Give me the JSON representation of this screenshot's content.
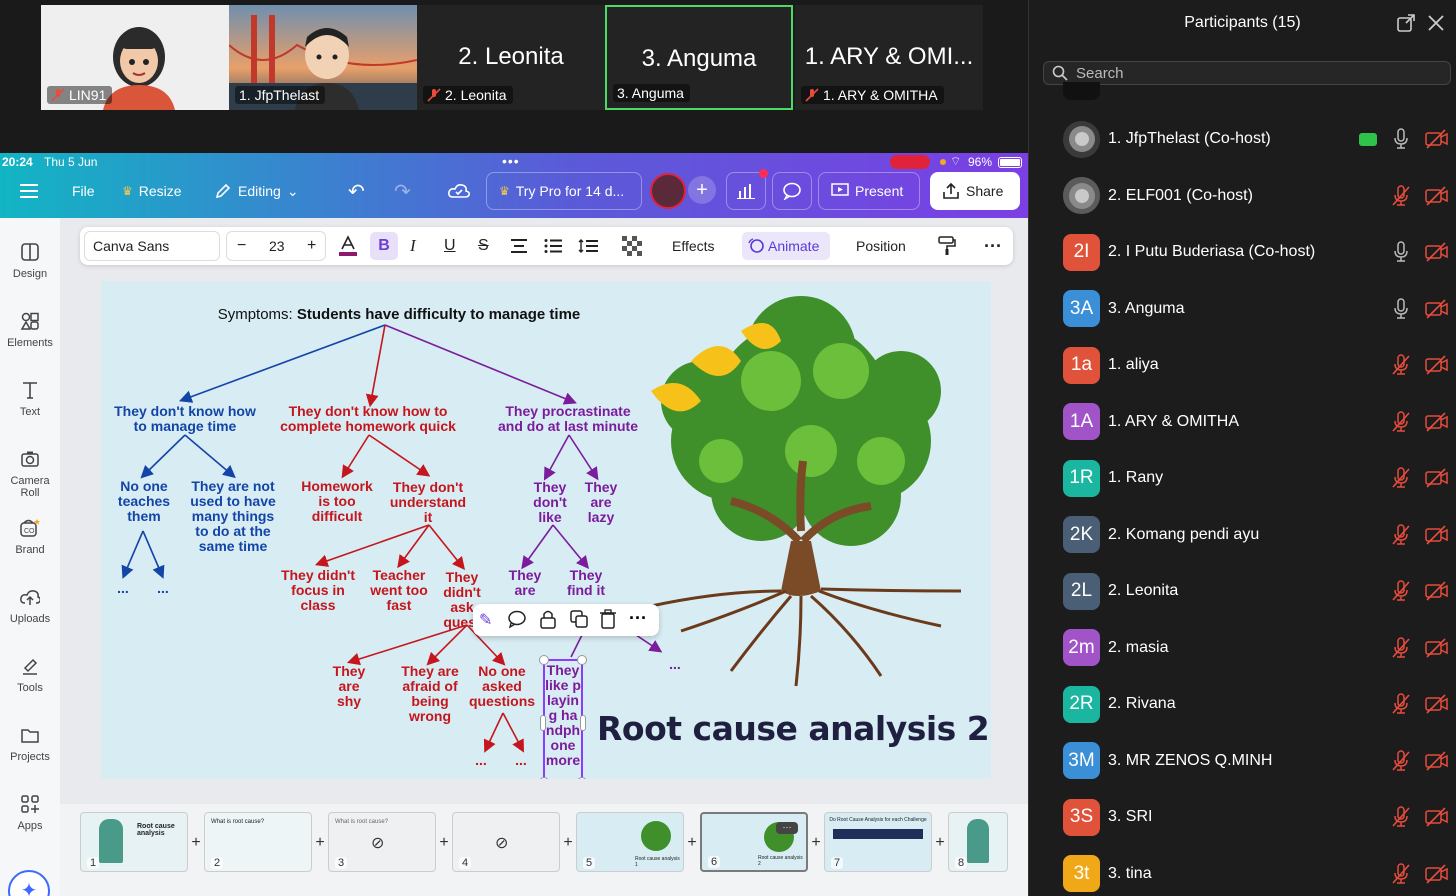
{
  "video_tiles": [
    {
      "big": "",
      "label": "LIN91",
      "muted": true
    },
    {
      "big": "",
      "label": "1. JfpThelast",
      "muted": false
    },
    {
      "big": "2. Leonita",
      "label": "2. Leonita",
      "muted": true
    },
    {
      "big": "3. Anguma",
      "label": "3. Anguma",
      "muted": false
    },
    {
      "big": "1. ARY & OMI...",
      "label": "1. ARY & OMITHA",
      "muted": true
    }
  ],
  "participants_panel": {
    "title": "Participants (15)",
    "search_placeholder": "Search",
    "participants": [
      {
        "initials": "",
        "name": "1. JfpThelast (Co-host)",
        "color": "#3a3a3a",
        "mic_on": true,
        "sharing": true
      },
      {
        "initials": "",
        "name": "2. ELF001 (Co-host)",
        "color": "#5b5b5b",
        "mic_on": false,
        "sharing": false
      },
      {
        "initials": "2I",
        "name": "2. I Putu Buderiasa (Co-host)",
        "color": "#e0533a",
        "mic_on": true,
        "sharing": false
      },
      {
        "initials": "3A",
        "name": "3. Anguma",
        "color": "#3a8fd6",
        "mic_on": true,
        "sharing": false
      },
      {
        "initials": "1a",
        "name": "1. aliya",
        "color": "#e0533a",
        "mic_on": false,
        "sharing": false
      },
      {
        "initials": "1A",
        "name": "1. ARY & OMITHA",
        "color": "#a054c8",
        "mic_on": false,
        "sharing": false
      },
      {
        "initials": "1R",
        "name": "1. Rany",
        "color": "#1bb6a0",
        "mic_on": false,
        "sharing": false
      },
      {
        "initials": "2K",
        "name": "2. Komang pendi ayu",
        "color": "#4a5e75",
        "mic_on": false,
        "sharing": false
      },
      {
        "initials": "2L",
        "name": "2. Leonita",
        "color": "#4a5e75",
        "mic_on": false,
        "sharing": false
      },
      {
        "initials": "2m",
        "name": "2. masia",
        "color": "#a054c8",
        "mic_on": false,
        "sharing": false
      },
      {
        "initials": "2R",
        "name": "2. Rivana",
        "color": "#1bb6a0",
        "mic_on": false,
        "sharing": false
      },
      {
        "initials": "3M",
        "name": "3. MR ZENOS Q.MINH",
        "color": "#3a8fd6",
        "mic_on": false,
        "sharing": false
      },
      {
        "initials": "3S",
        "name": "3. SRI",
        "color": "#e0533a",
        "mic_on": false,
        "sharing": false
      },
      {
        "initials": "3t",
        "name": "3. tina",
        "color": "#f0a818",
        "mic_on": false,
        "sharing": false
      }
    ]
  },
  "status_bar": {
    "time": "20:24",
    "date": "Thu 5 Jun",
    "battery": "96%"
  },
  "canva_toolbar": {
    "file": "File",
    "resize": "Resize",
    "editing": "Editing",
    "try_pro": "Try Pro for 14 d...",
    "present": "Present",
    "share": "Share"
  },
  "format_bar": {
    "font": "Canva Sans",
    "size": "23",
    "effects": "Effects",
    "animate": "Animate",
    "position": "Position"
  },
  "left_rail": [
    "Design",
    "Elements",
    "Text",
    "Camera Roll",
    "Brand",
    "Uploads",
    "Tools",
    "Projects",
    "Apps"
  ],
  "slide": {
    "symptom_prefix": "Symptoms: ",
    "symptom_bold": "Students have difficulty to manage time",
    "blue_head": "They don't know how to manage time",
    "blue_1": "No one teaches them",
    "blue_2": "They are not used to have many things to do at the same time",
    "blue_dots_1": "...",
    "blue_dots_2": "...",
    "red_head": "They don't know how to complete homework quick",
    "red_1": "Homework is too difficult",
    "red_2": "They don't understand it",
    "red_2a": "They didn't focus in class",
    "red_2b": "Teacher went too fast",
    "red_2c": "They didn't ask quest",
    "red_c1": "They are shy",
    "red_c2": "They are afraid of being wrong",
    "red_c3": "No one asked questions",
    "red_dots_1": "...",
    "red_dots_2": "...",
    "purple_head": "They procrastinate and do at last minute",
    "purple_1": "They don't like",
    "purple_2": "They are lazy",
    "purple_1a": "They are",
    "purple_1b": "They find it",
    "purple_dots": "...",
    "purple_sel": "They like playing handphone more",
    "title": "Root cause analysis 2"
  },
  "thumbnails": [
    {
      "num": "1",
      "label": "Root cause analysis"
    },
    {
      "num": "2",
      "label": "What is root cause?"
    },
    {
      "num": "3",
      "label": "What is root cause?"
    },
    {
      "num": "4",
      "label": ""
    },
    {
      "num": "5",
      "label": "Root cause analysis 1"
    },
    {
      "num": "6",
      "label": "Root cause analysis 2"
    },
    {
      "num": "7",
      "label": "Do Root Cause Analysis for each Challenge"
    },
    {
      "num": "8",
      "label": ""
    }
  ]
}
